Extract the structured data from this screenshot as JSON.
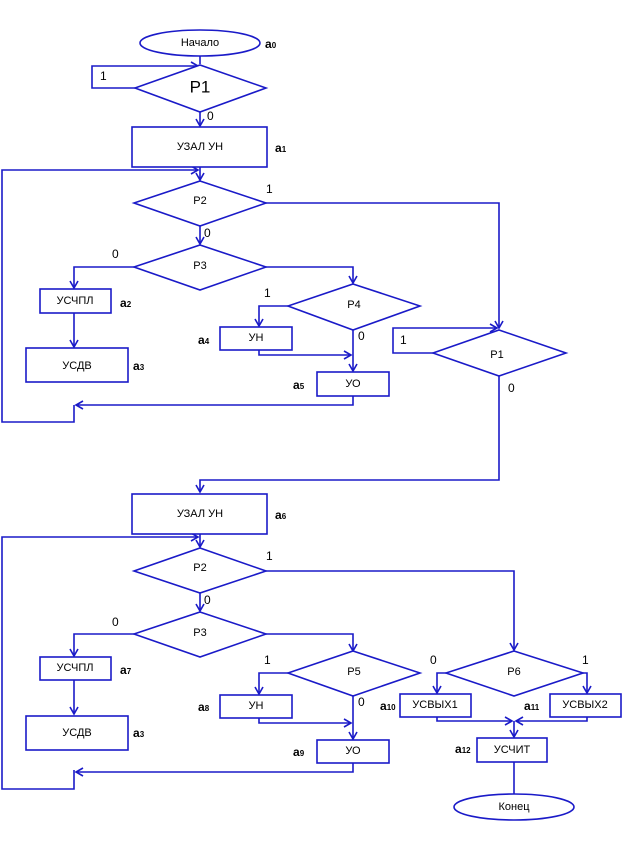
{
  "diagram": {
    "type": "flowchart",
    "line_color": "#1a1ac8",
    "nodes": {
      "start": "Начало",
      "p1_top": "P1",
      "uzal1": "УЗАЛ УН",
      "p2_a": "P2",
      "p3_a": "P3",
      "uschpl_a": "УСЧПЛ",
      "usdv_a": "УСДВ",
      "p4": "P4",
      "un_a": "УН",
      "uo_a": "УО",
      "p1_right": "P1",
      "uzal2": "УЗАЛ УН",
      "p2_b": "P2",
      "p3_b": "P3",
      "uschpl_b": "УСЧПЛ",
      "usdv_b": "УСДВ",
      "p5": "P5",
      "un_b": "УН",
      "uo_b": "УО",
      "p6": "P6",
      "usvyh1": "УСВЫХ1",
      "usvyh2": "УСВЫХ2",
      "uschit": "УСЧИТ",
      "end": "Конец"
    },
    "states": {
      "a0": {
        "base": "a",
        "sub": "0"
      },
      "a1": {
        "base": "a",
        "sub": "1"
      },
      "a2": {
        "base": "a",
        "sub": "2"
      },
      "a3_top": {
        "base": "a",
        "sub": "3"
      },
      "a4": {
        "base": "a",
        "sub": "4"
      },
      "a5": {
        "base": "a",
        "sub": "5"
      },
      "a6": {
        "base": "a",
        "sub": "6"
      },
      "a7": {
        "base": "a",
        "sub": "7"
      },
      "a3_bottom": {
        "base": "a",
        "sub": "3"
      },
      "a8": {
        "base": "a",
        "sub": "8"
      },
      "a9": {
        "base": "a",
        "sub": "9"
      },
      "a10": {
        "base": "a",
        "sub": "10"
      },
      "a11": {
        "base": "a",
        "sub": "11"
      },
      "a12": {
        "base": "a",
        "sub": "12"
      }
    },
    "branch_labels": {
      "one": "1",
      "zero": "0"
    }
  }
}
